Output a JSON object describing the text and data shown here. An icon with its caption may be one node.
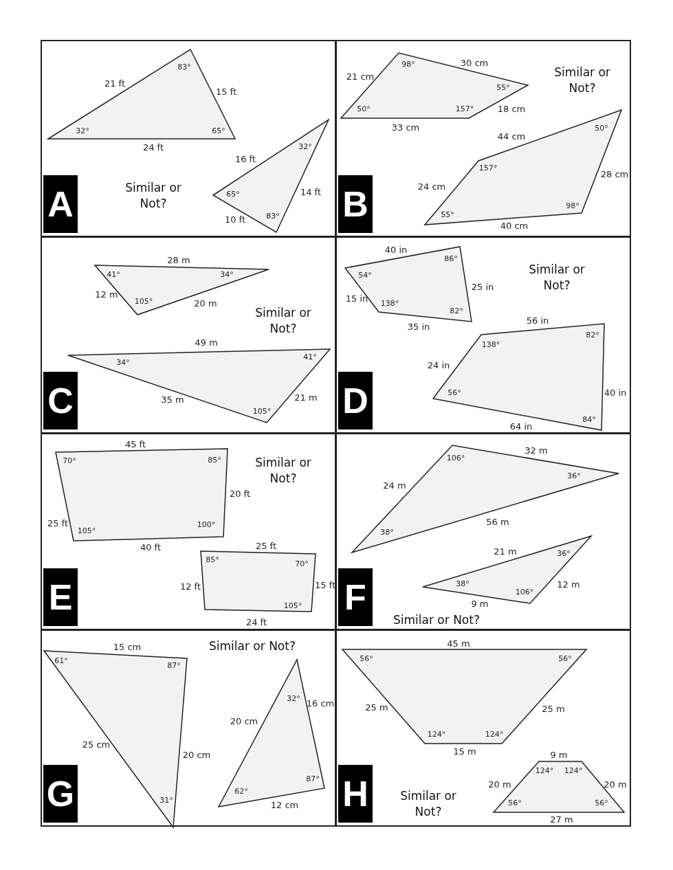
{
  "diagram": {
    "nodes": [
      {
        "text": [
          "Similar or Not?"
        ]
      },
      {
        "text": [
          "A"
        ],
        "in": 0
      },
      {
        "text": [
          "32°",
          "83°",
          "65°"
        ],
        "beside": [
          "21 ft",
          "15 ft",
          "24 ft"
        ],
        "in": 0
      },
      {
        "text": [
          "32°",
          "65°",
          "83°"
        ],
        "beside": [
          "16 ft",
          "14 ft",
          "10 ft"
        ],
        "in": 0
      },
      {
        "text": [
          "Similar or Not?"
        ]
      },
      {
        "text": [
          "B"
        ],
        "in": 4
      },
      {
        "text": [
          "98°",
          "55°",
          "157°",
          "50°"
        ],
        "beside": [
          "21 cm",
          "30 cm",
          "18 cm",
          "33 cm"
        ],
        "in": 4
      },
      {
        "text": [
          "157°",
          "50°",
          "98°",
          "55°"
        ],
        "beside": [
          "44 cm",
          "28 cm",
          "40 cm",
          "24 cm"
        ],
        "in": 4
      },
      {
        "text": [
          "Similar or Not?"
        ]
      },
      {
        "text": [
          "C"
        ],
        "in": 8
      },
      {
        "text": [
          "41°",
          "34°",
          "105°"
        ],
        "beside": [
          "28 m",
          "12 m",
          "20 m"
        ],
        "in": 8
      },
      {
        "text": [
          "34°",
          "41°",
          "105°"
        ],
        "beside": [
          "49 m",
          "21 m",
          "35 m"
        ],
        "in": 8
      },
      {
        "text": [
          "Similar or Not?"
        ]
      },
      {
        "text": [
          "D"
        ],
        "in": 12
      },
      {
        "text": [
          "54°",
          "86°",
          "82°",
          "138°"
        ],
        "beside": [
          "40 in",
          "25 in",
          "35 in",
          "15 in"
        ],
        "in": 12
      },
      {
        "text": [
          "138°",
          "82°",
          "84°",
          "56°"
        ],
        "beside": [
          "56 in",
          "40 in",
          "64 in",
          "24 in"
        ],
        "in": 12
      },
      {
        "text": [
          "Similar or Not?"
        ]
      },
      {
        "text": [
          "E"
        ],
        "in": 16
      },
      {
        "text": [
          "70°",
          "85°",
          "100°",
          "105°"
        ],
        "beside": [
          "45 ft",
          "20 ft",
          "40 ft",
          "25 ft"
        ],
        "in": 16
      },
      {
        "text": [
          "85°",
          "70°",
          "105°"
        ],
        "beside": [
          "25 ft",
          "15 ft",
          "24 ft",
          "12 ft"
        ],
        "in": 16
      },
      {
        "text": [
          "Similar or Not?"
        ]
      },
      {
        "text": [
          "F"
        ],
        "in": 20
      },
      {
        "text": [
          "106°",
          "36°",
          "38°"
        ],
        "beside": [
          "32 m",
          "24 m",
          "56 m"
        ],
        "in": 20
      },
      {
        "text": [
          "36°",
          "38°",
          "106°"
        ],
        "beside": [
          "21 m",
          "12 m",
          "9 m"
        ],
        "in": 20
      },
      {
        "text": [
          "Similar or Not?"
        ]
      },
      {
        "text": [
          "G"
        ],
        "in": 24
      },
      {
        "text": [
          "61°",
          "87°",
          "31°"
        ],
        "beside": [
          "15 cm",
          "25 cm",
          "20 cm"
        ],
        "in": 24
      },
      {
        "text": [
          "32°",
          "87°",
          "62°"
        ],
        "beside": [
          "16 cm",
          "20 cm",
          "12 cm"
        ],
        "in": 24
      },
      {
        "text": [
          "Similar or Not?"
        ]
      },
      {
        "text": [
          "H"
        ],
        "in": 28
      },
      {
        "text": [
          "56°",
          "56°",
          "124°",
          "124°"
        ],
        "beside": [
          "45 m",
          "25 m",
          "15 m",
          "25 m"
        ],
        "in": 28
      },
      {
        "text": [
          "56°",
          "124°",
          "124°",
          "56°"
        ],
        "beside": [
          "9 m",
          "20 m",
          "20 m",
          "27 m"
        ],
        "in": 28
      }
    ]
  }
}
